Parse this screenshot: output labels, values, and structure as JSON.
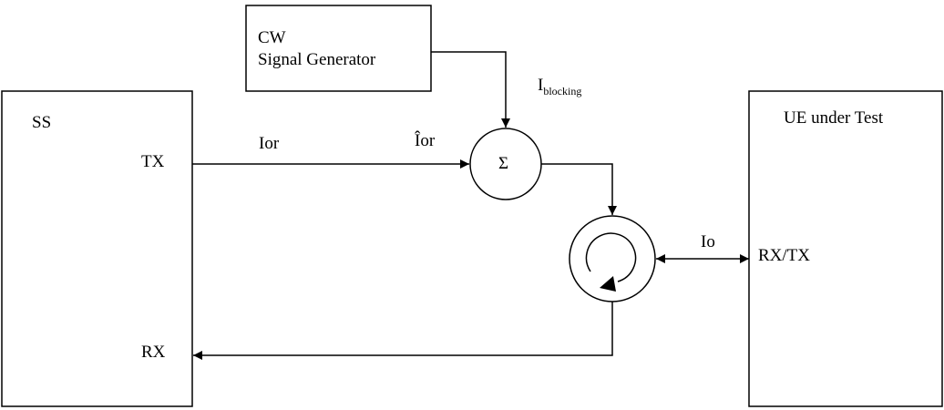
{
  "blocks": {
    "cw_generator": {
      "line1": "CW",
      "line2": "Signal Generator"
    },
    "ss": {
      "title": "SS",
      "tx": "TX",
      "rx": "RX"
    },
    "ue": {
      "title": "UE under Test",
      "port": "RX/TX"
    },
    "combiner": {
      "symbol": "Σ"
    }
  },
  "signals": {
    "ior": "Ior",
    "ior_hat": "Îor",
    "io": "Io",
    "blocking_main": "I",
    "blocking_sub": "blocking"
  }
}
